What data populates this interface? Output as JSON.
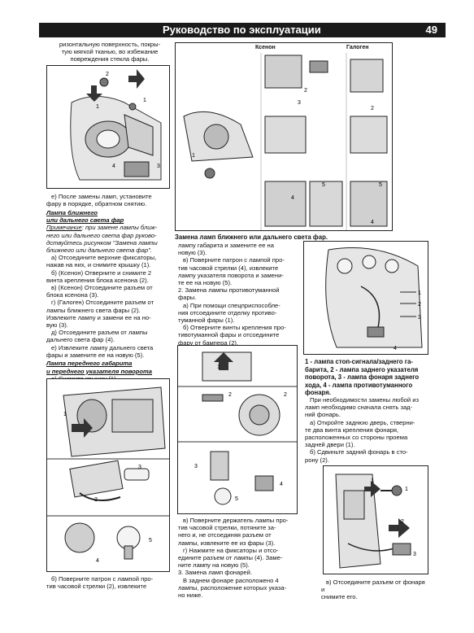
{
  "header": {
    "title": "Руководство по эксплуатации",
    "page_number": "49"
  },
  "col1": {
    "intro": [
      "ризонтальную поверхность, покры-",
      "тую мягкой тканью, во избежание",
      "повреждения стекла фары."
    ],
    "after_fig": [
      "e) После замены ламп, установите",
      "фару в порядке, обратном снятию."
    ],
    "section1_title": [
      "Лампа ближнего",
      "или дальнего света фар"
    ],
    "note_label": "Примечание",
    "note_lines": [
      ": при замене лампы ближ-",
      "него или дальнего света фар руково-",
      "дствуйтесь рисунком \"Замена лампы",
      "ближнего или дальнего света фар\"."
    ],
    "steps1": [
      "a) Отсоедините верхние фиксаторы,",
      "нажав на них, и снимите крышку (1).",
      "б) (Ксенон) Отверните и снимите 2",
      "винта крепления блока ксенона (2).",
      "в) (Ксенон) Отсоедините разъем от",
      "блока ксенона (3).",
      "г) (Галоген) Отсоедините разъем от",
      "лампы ближнего света фары (2).",
      "Извлеките лампу и замени ее на но-",
      "вую (3).",
      "д) Отсоедините разъем от лампы",
      "дальнего света фар (4).",
      "e) Извлеките лампу дальнего света",
      "фары и замените ее на новую (5)."
    ],
    "section2_title": [
      "Лампа переднего габарита",
      "и переднего указателя поворота"
    ],
    "step2a": "a) Снимите крышку (1).",
    "bottom": [
      "б) Поверните патрон с лампой про-",
      "тив часовой стрелки (2), извлеките"
    ]
  },
  "col2": {
    "fig_xenon": "Ксенон",
    "fig_halogen": "Галоген",
    "fig_caption": "Замена ламп ближнего или дальнего света фар.",
    "text": [
      "лампу габарита и замените ее на",
      "новую (3).",
      "в) Поверните патрон с лампой про-",
      "тив часовой стрелки (4), извлеките",
      "лампу указателя поворота и замени-",
      "те ее на новую (5).",
      "2. Замена лампы противотуманной",
      "фары.",
      "a) При помощи спецприспособле-",
      "ния отсоедините отделку противо-",
      "туманной фары (1).",
      "б) Отверните винты крепления про-",
      "тивотуманной фары и отсоедините",
      "фару от бампера (2)."
    ],
    "bottom": [
      "в) Поверните держатель лампы про-",
      "тив часовой стрелки, потяните за-",
      "него и, не отсоединяя разъем от",
      "лампы, извлеките ее из фары (3).",
      "г) Нажмите на фиксаторы и отсо-",
      "едините разъем от лампы (4). Заме-",
      "ните лампу на новую (5).",
      "3. Замена ламп фонарей.",
      "В заднем фонаре расположено 4",
      "лампы, расположение которых указа-",
      "но ниже."
    ]
  },
  "col3": {
    "caption": [
      "1 - лампа стоп-сигнала/заднего га-",
      "барита, 2 - лампа заднего указателя",
      "поворота, 3 - лампа фонаря заднего",
      "хода, 4 - лампа противотуманного",
      "фонаря."
    ],
    "text": [
      "При необходимости замены любой из",
      "ламп необходимо сначала снять зад-",
      "ний фонарь.",
      "a) Откройте заднюю дверь, стверни-",
      "те два винта крепления фонаря,",
      "расположенных со стороны проема",
      "задней двери (1).",
      "б) Сдвиньте задний фонарь в сто-",
      "рону (2)."
    ],
    "bottom": [
      "в) Отсоедините разъем от фонаря и",
      "снимите его."
    ]
  }
}
